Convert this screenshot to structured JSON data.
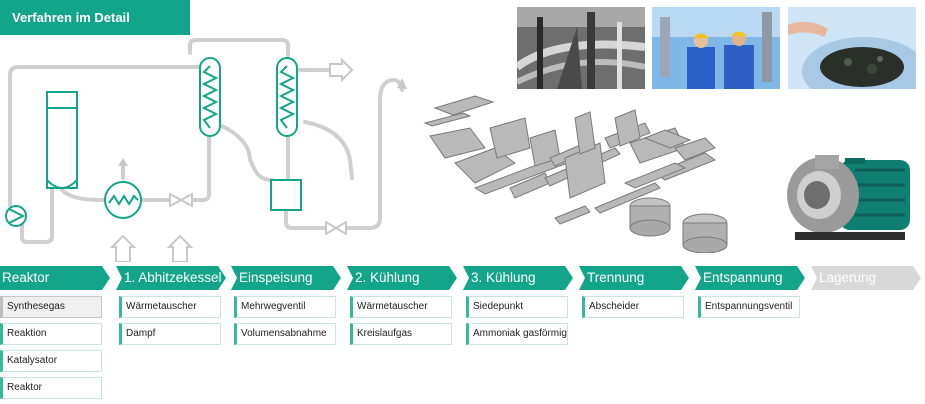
{
  "header": {
    "title": "Verfahren im Detail"
  },
  "colors": {
    "accent": "#12a58a",
    "accent_light": "#36b89c",
    "inactive": "#d9d9d9",
    "pipe": "#c8c8c8"
  },
  "steps": [
    {
      "label": "Reaktor",
      "items": [
        "Synthesegas",
        "Reaktion",
        "Katalysator",
        "Reaktor"
      ]
    },
    {
      "label": "1. Abhitzekessel",
      "items": [
        "Wärmetauscher",
        "Dampf"
      ]
    },
    {
      "label": "Einspeisung",
      "items": [
        "Mehrwegventil",
        "Volumensabnahme"
      ]
    },
    {
      "label": "2. Kühlung",
      "items": [
        "Wärmetauscher",
        "Kreislaufgas"
      ]
    },
    {
      "label": "3. Kühlung",
      "items": [
        "Siedepunkt",
        "Ammoniak gasförmig"
      ]
    },
    {
      "label": "Trennung",
      "items": [
        "Abscheider"
      ]
    },
    {
      "label": "Entspannung",
      "items": [
        "Entspannungsventil"
      ]
    },
    {
      "label": "Lagerung",
      "items": []
    }
  ]
}
